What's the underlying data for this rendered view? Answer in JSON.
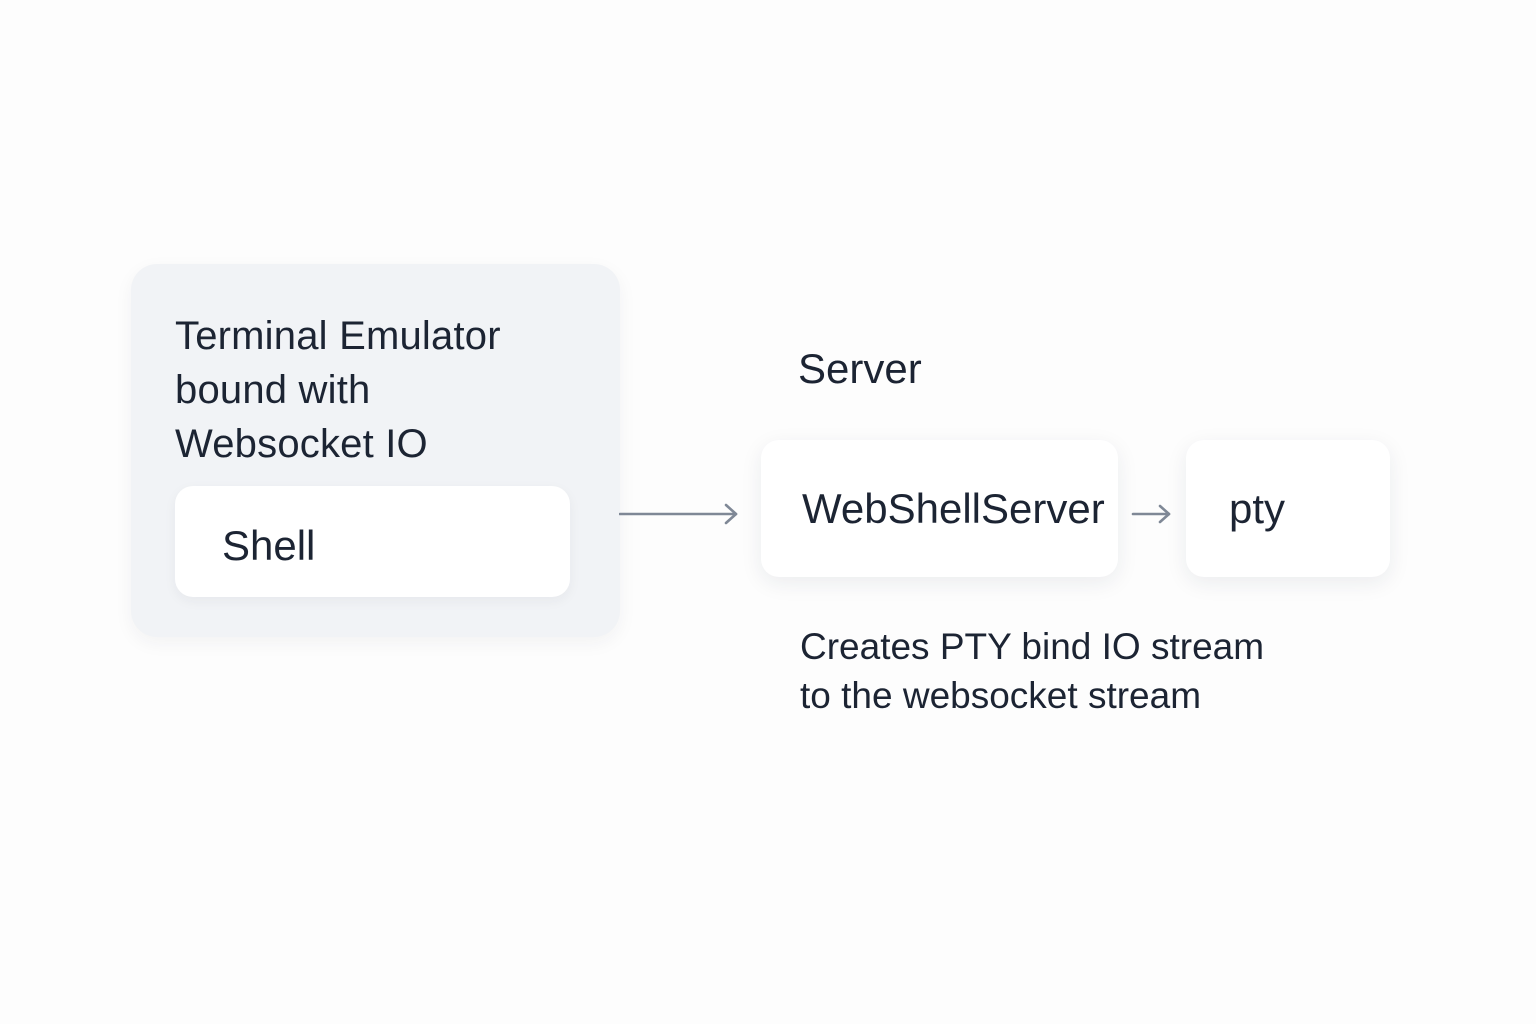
{
  "client": {
    "title": "Terminal Emulator\nbound with\nWebsocket IO",
    "shell_label": "Shell"
  },
  "server": {
    "title": "Server",
    "webshell_label": "WebShellServer",
    "pty_label": "pty",
    "caption": "Creates PTY bind IO stream\nto the websocket stream"
  },
  "colors": {
    "panel": "#f1f3f6",
    "box": "#ffffff",
    "text": "#1c2433",
    "arrow": "#7f8896"
  }
}
